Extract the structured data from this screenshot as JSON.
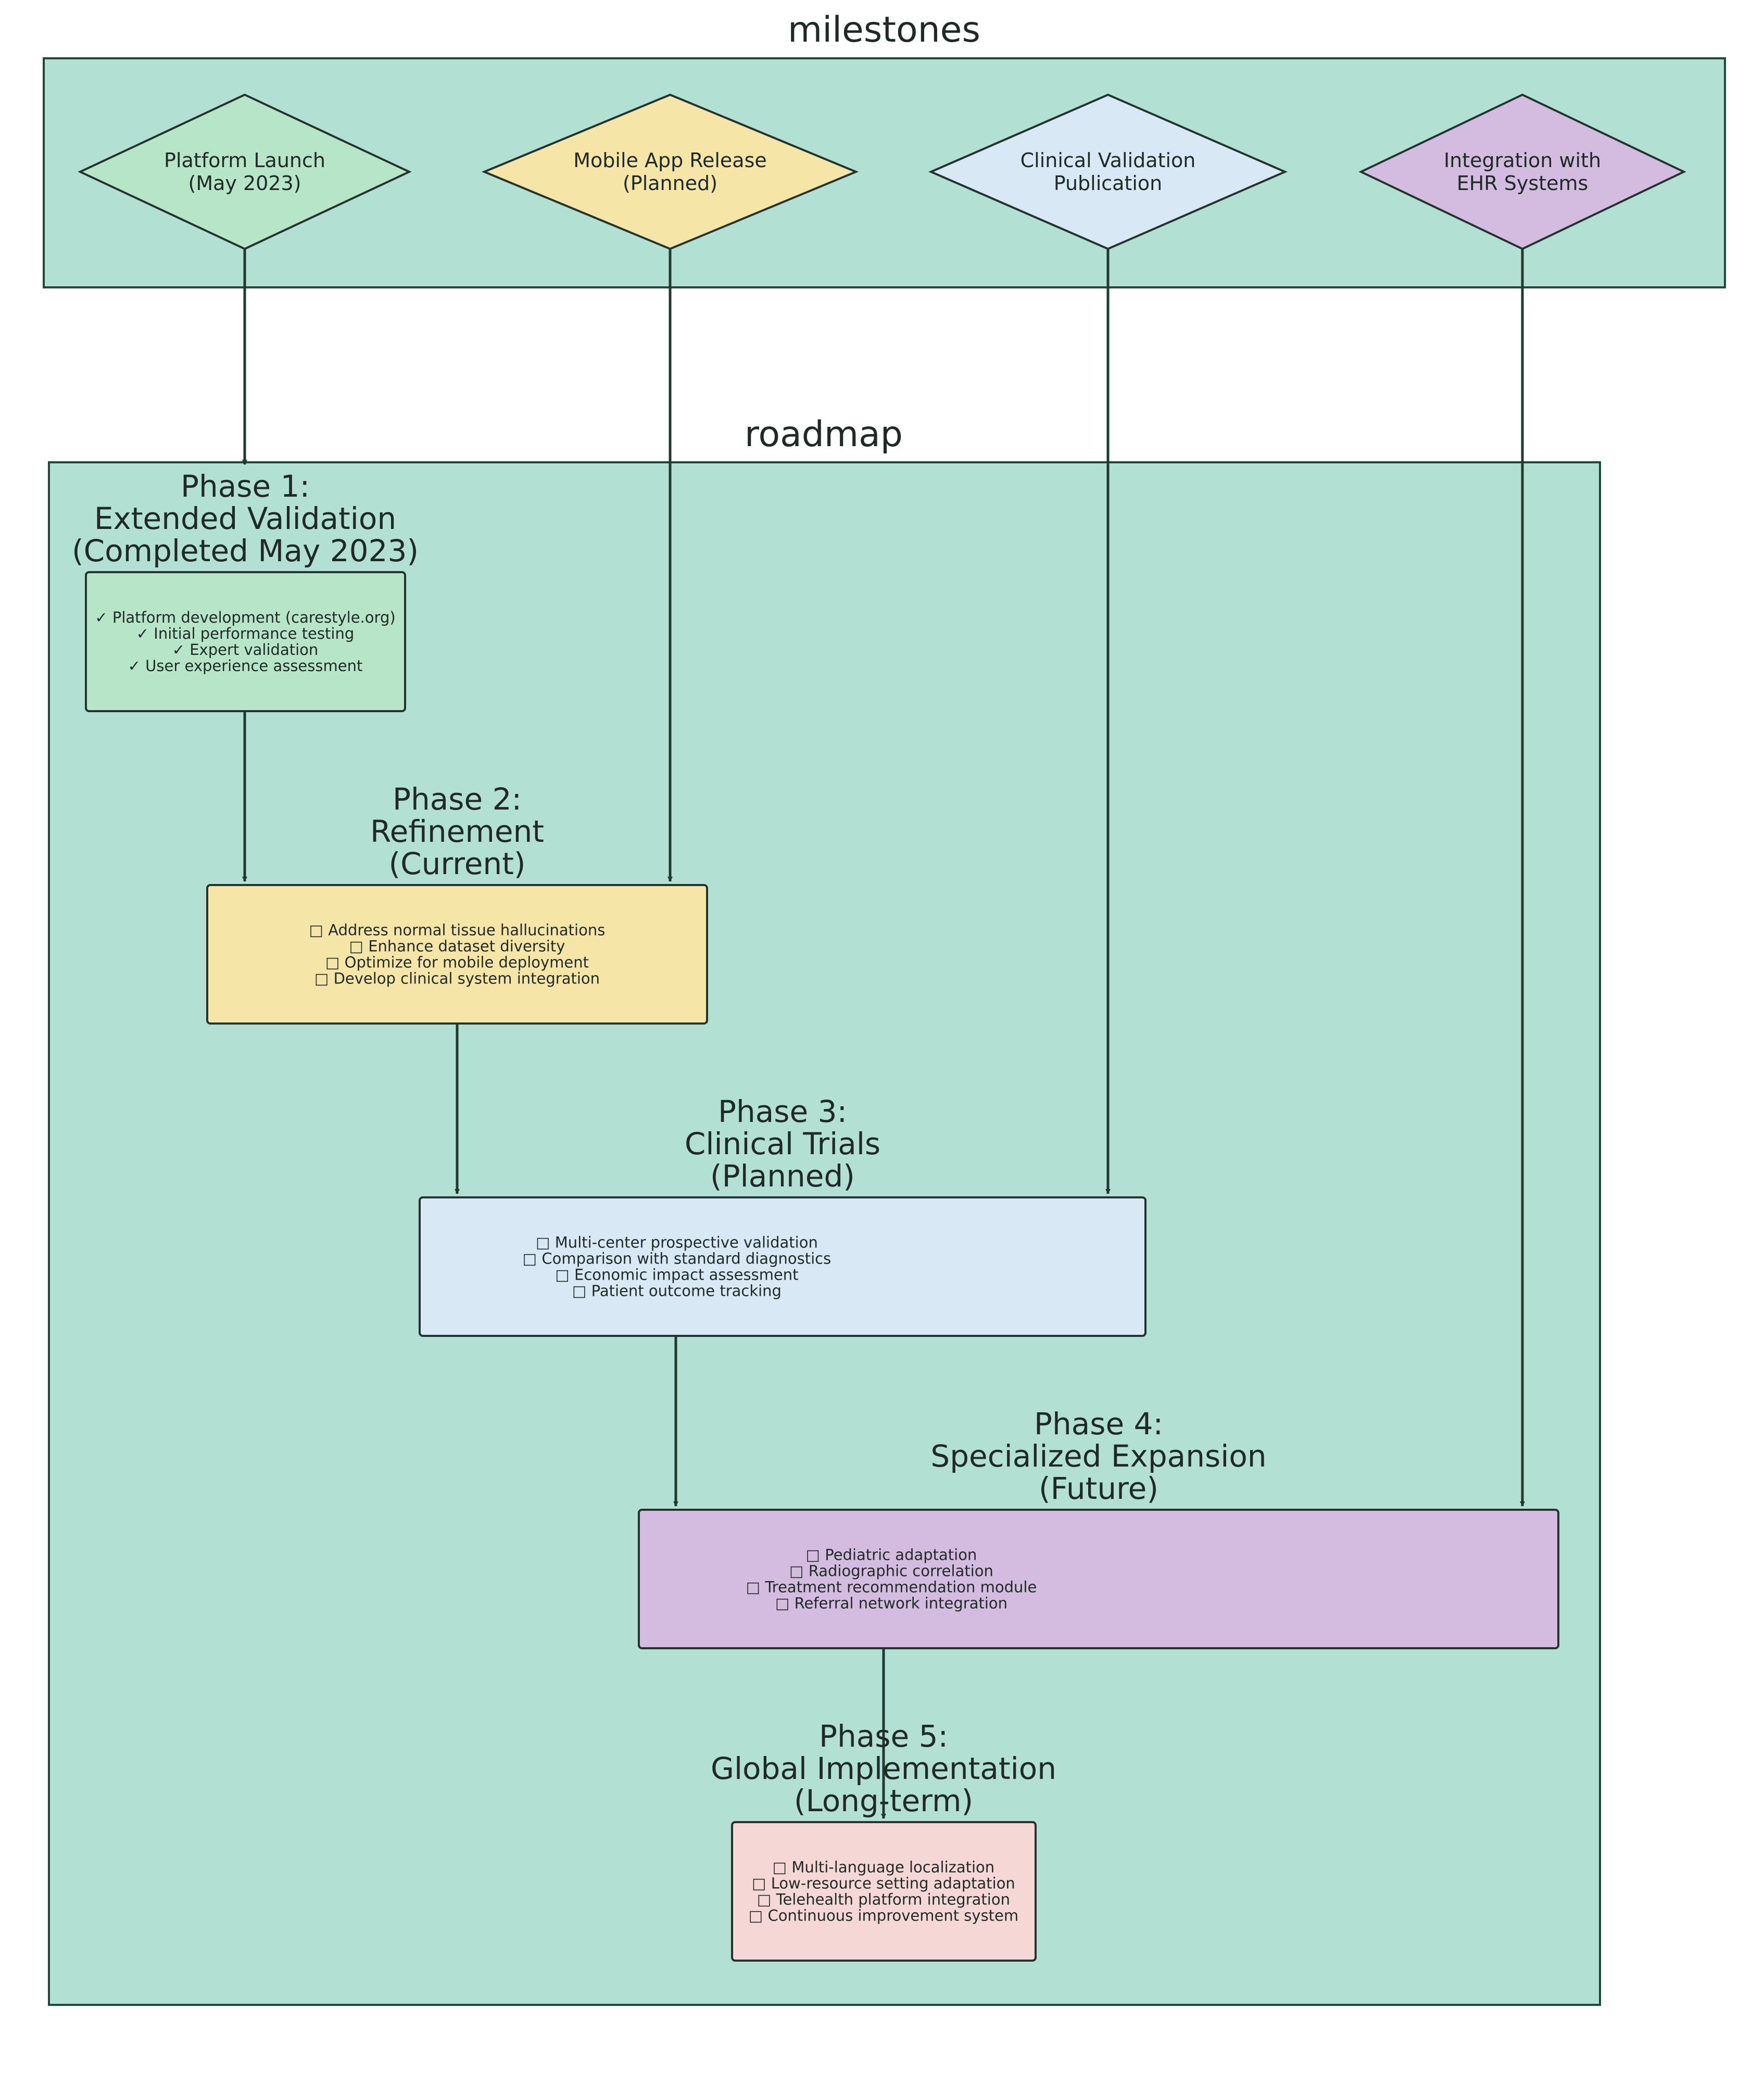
{
  "milestones_cluster": {
    "title": "milestones",
    "fill": "#b2e0d2",
    "items": [
      {
        "id": "m1",
        "lines": [
          "Platform Launch",
          "(May 2023)"
        ],
        "fill": "#b6e5c7"
      },
      {
        "id": "m2",
        "lines": [
          "Mobile App Release",
          "(Planned)"
        ],
        "fill": "#f5e6a8"
      },
      {
        "id": "m3",
        "lines": [
          "Clinical Validation",
          "Publication"
        ],
        "fill": "#d9e8f5"
      },
      {
        "id": "m4",
        "lines": [
          "Integration with",
          "EHR Systems"
        ],
        "fill": "#d3bce0"
      }
    ]
  },
  "roadmap_cluster": {
    "title": "roadmap",
    "fill": "#b2e0d2",
    "phases": [
      {
        "id": "p1",
        "title_lines": [
          "Phase 1:",
          "Extended Validation",
          "(Completed May 2023)"
        ],
        "fill": "#b6e5c7",
        "tasks": [
          "✓ Platform development (carestyle.org)",
          "✓ Initial performance testing",
          "✓ Expert validation",
          "✓ User experience assessment"
        ]
      },
      {
        "id": "p2",
        "title_lines": [
          "Phase 2:",
          "Refinement",
          "(Current)"
        ],
        "fill": "#f5e6a8",
        "tasks": [
          "□ Address normal tissue hallucinations",
          "□ Enhance dataset diversity",
          "□ Optimize for mobile deployment",
          "□ Develop clinical system integration"
        ]
      },
      {
        "id": "p3",
        "title_lines": [
          "Phase 3:",
          "Clinical Trials",
          "(Planned)"
        ],
        "fill": "#d9e8f5",
        "tasks": [
          "□ Multi-center prospective validation",
          "□ Comparison with standard diagnostics",
          "□ Economic impact assessment",
          "□ Patient outcome tracking"
        ]
      },
      {
        "id": "p4",
        "title_lines": [
          "Phase 4:",
          "Specialized Expansion",
          "(Future)"
        ],
        "fill": "#d3bce0",
        "tasks": [
          "□ Pediatric adaptation",
          "□ Radiographic correlation",
          "□ Treatment recommendation module",
          "□ Referral network integration"
        ]
      },
      {
        "id": "p5",
        "title_lines": [
          "Phase 5:",
          "Global Implementation",
          "(Long-term)"
        ],
        "fill": "#f5d8d5",
        "tasks": [
          "□ Multi-language localization",
          "□ Low-resource setting adaptation",
          "□ Telehealth platform integration",
          "□ Continuous improvement system"
        ]
      }
    ]
  },
  "edges": [
    {
      "from": "m1",
      "to": "p1"
    },
    {
      "from": "m2",
      "to": "p2"
    },
    {
      "from": "m3",
      "to": "p3"
    },
    {
      "from": "m4",
      "to": "p4"
    },
    {
      "from": "p1",
      "to": "p2"
    },
    {
      "from": "p2",
      "to": "p3"
    },
    {
      "from": "p3",
      "to": "p4"
    },
    {
      "from": "p4",
      "to": "p5"
    }
  ]
}
